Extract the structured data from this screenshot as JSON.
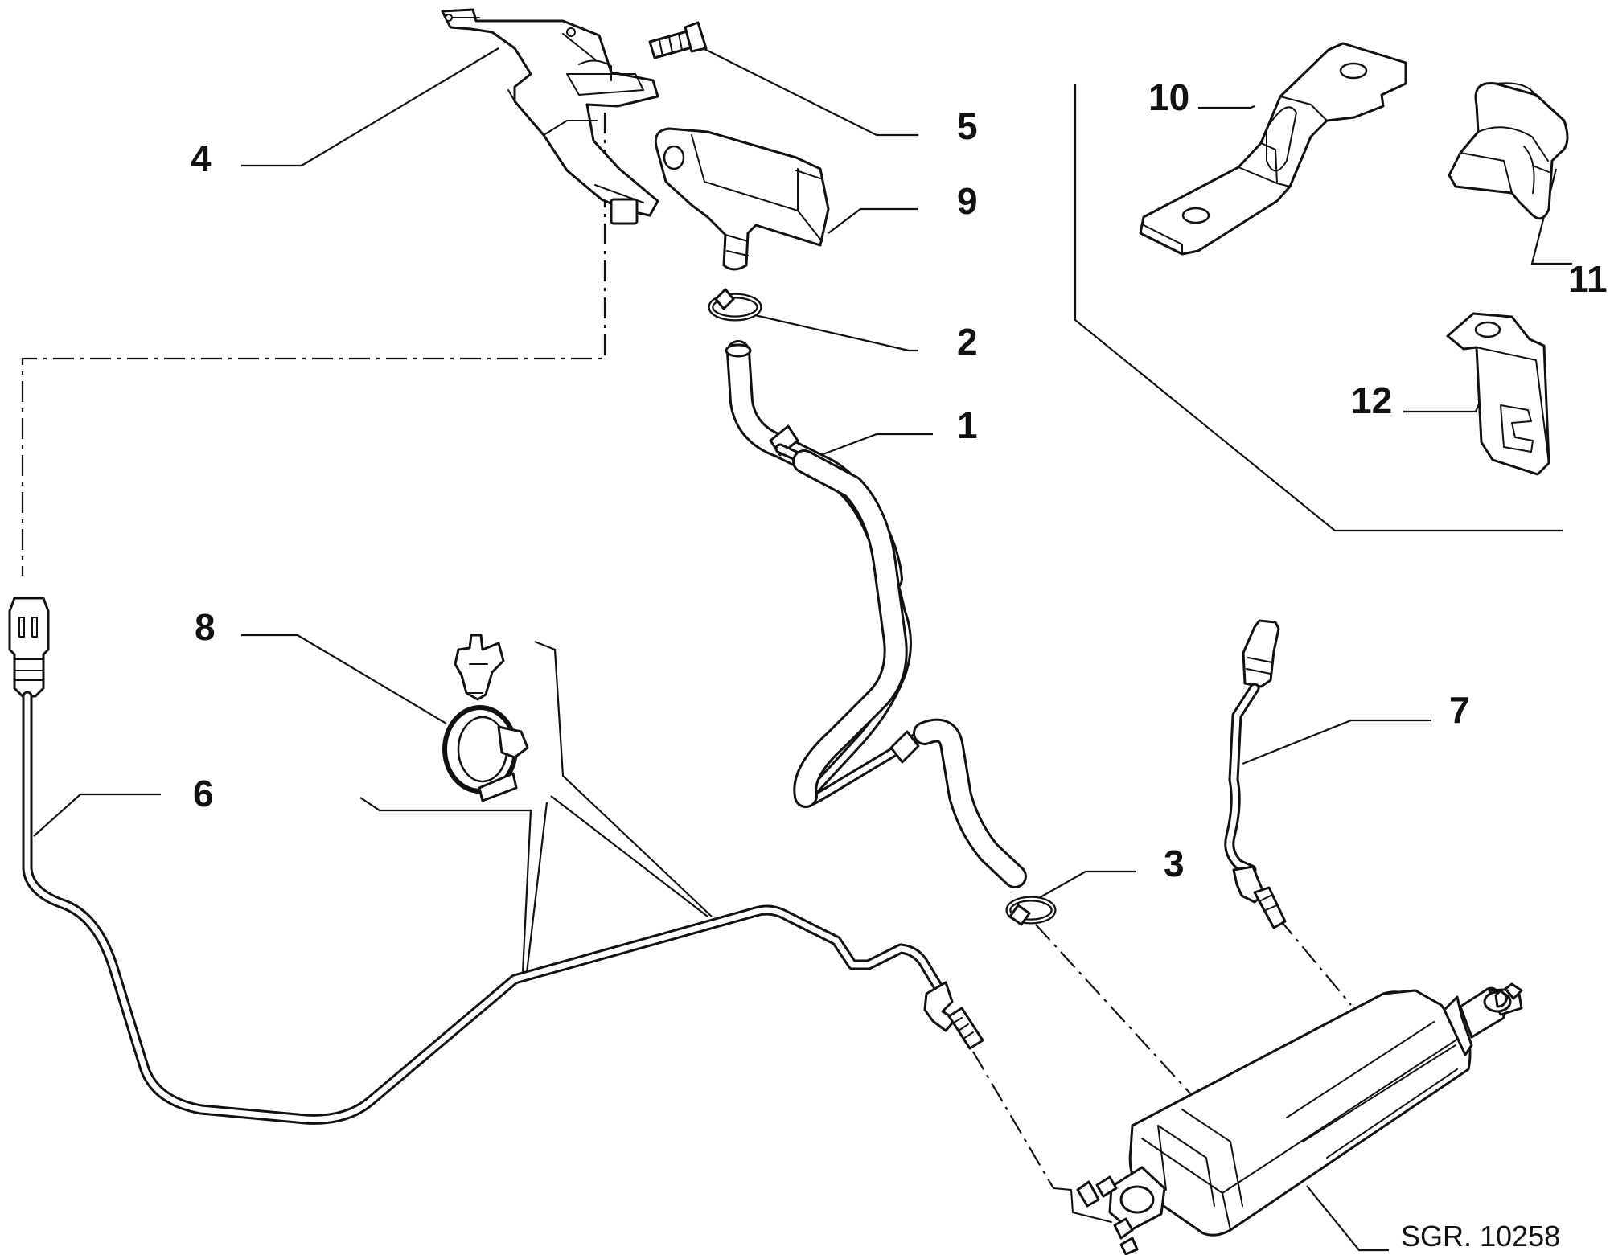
{
  "callouts": [
    {
      "id": "1",
      "text": "1",
      "part": "rubber hose"
    },
    {
      "id": "2",
      "text": "2",
      "part": "hose clamp"
    },
    {
      "id": "3",
      "text": "3",
      "part": "hose clamp"
    },
    {
      "id": "4",
      "text": "4",
      "part": "mounting bracket"
    },
    {
      "id": "5",
      "text": "5",
      "part": "screw"
    },
    {
      "id": "6",
      "text": "6",
      "part": "temperature sensor with cable"
    },
    {
      "id": "7",
      "text": "7",
      "part": "temperature sensor with cable"
    },
    {
      "id": "8",
      "text": "8",
      "part": "cable clip"
    },
    {
      "id": "9",
      "text": "9",
      "part": "pressure sensor"
    },
    {
      "id": "10",
      "text": "10",
      "part": "bracket"
    },
    {
      "id": "11",
      "text": "11",
      "part": "clip"
    },
    {
      "id": "12",
      "text": "12",
      "part": "bracket"
    }
  ],
  "reference": "SGR. 10258",
  "colors": {
    "line": "#111111",
    "background": "#ffffff"
  }
}
